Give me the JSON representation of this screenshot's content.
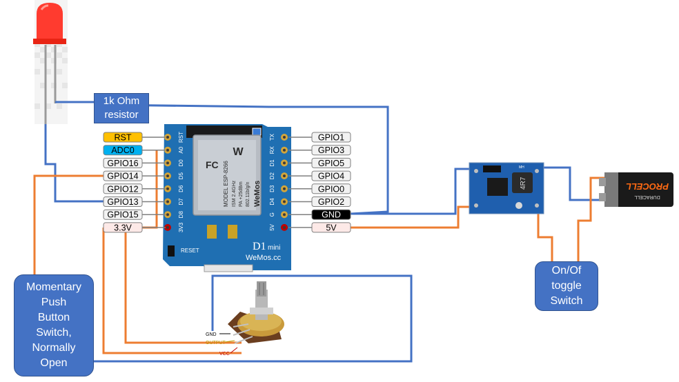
{
  "board": {
    "name_a": "D1",
    "name_b": "mini",
    "brand": "WeMos.cc",
    "reset_label": "RESET",
    "chip_brand": "WeMos",
    "chip_model": "MODEL ESP-8266",
    "chip_ism": "ISM 2.4GHz",
    "chip_pa": "PA +25dBm",
    "chip_std": "802.11b/g/n",
    "fcc": "FC",
    "left_silk": [
      "RST",
      "A0",
      "D0",
      "D5",
      "D6",
      "D7",
      "D8",
      "3V3"
    ],
    "right_silk": [
      "TX",
      "RX",
      "D1",
      "D2",
      "D3",
      "D4",
      "G",
      "5V"
    ]
  },
  "pins_left": [
    {
      "label": "RST",
      "color": "#ffc000",
      "text_color": "#000000"
    },
    {
      "label": "ADC0",
      "color": "#00b0f0",
      "text_color": "#000000"
    },
    {
      "label": "GPIO16",
      "color": "#f2f2f2",
      "text_color": "#000000"
    },
    {
      "label": "GPIO14",
      "color": "#f2f2f2",
      "text_color": "#000000"
    },
    {
      "label": "GPIO12",
      "color": "#f2f2f2",
      "text_color": "#000000"
    },
    {
      "label": "GPIO13",
      "color": "#f2f2f2",
      "text_color": "#000000"
    },
    {
      "label": "GPIO15",
      "color": "#f2f2f2",
      "text_color": "#000000"
    },
    {
      "label": "3.3V",
      "color": "#fde9e7",
      "text_color": "#000000"
    }
  ],
  "pins_right": [
    {
      "label": "GPIO1",
      "color": "#f2f2f2",
      "text_color": "#000000"
    },
    {
      "label": "GPIO3",
      "color": "#f2f2f2",
      "text_color": "#000000"
    },
    {
      "label": "GPIO5",
      "color": "#f2f2f2",
      "text_color": "#000000"
    },
    {
      "label": "GPIO4",
      "color": "#f2f2f2",
      "text_color": "#000000"
    },
    {
      "label": "GPIO0",
      "color": "#f2f2f2",
      "text_color": "#000000"
    },
    {
      "label": "GPIO2",
      "color": "#f2f2f2",
      "text_color": "#000000"
    },
    {
      "label": "GND",
      "color": "#000000",
      "text_color": "#ffffff"
    },
    {
      "label": "5V",
      "color": "#fde9e7",
      "text_color": "#000000"
    }
  ],
  "callouts": {
    "resistor": "1k Ohm\nresistor",
    "button": "Momentary\nPush\nButton\nSwitch,\nNormally\nOpen",
    "toggle": "On/Of\ntoggle\nSwitch"
  },
  "pot_labels": {
    "gnd": "GND",
    "output": "OUTPUT",
    "vcc": "VCC"
  },
  "regulator": {
    "inductor": "4R7",
    "mark": "MH"
  },
  "battery": {
    "brand": "PROCELL",
    "sub": "DURACELL"
  },
  "colors": {
    "wire_blue": "#4472c4",
    "wire_orange": "#ed7d31",
    "board": "#1f6fb2",
    "callout": "#4472c4"
  }
}
